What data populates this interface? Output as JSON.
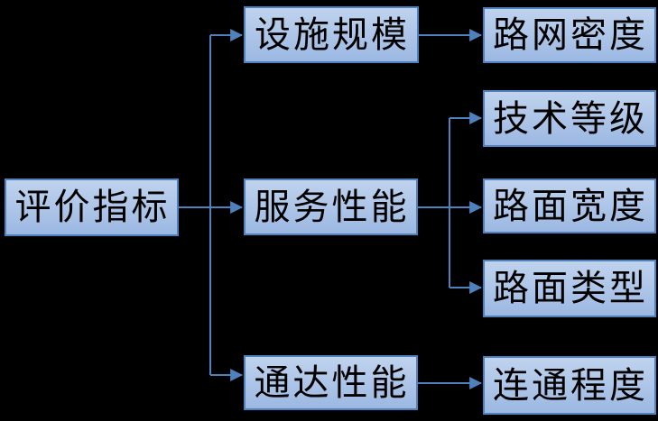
{
  "diagram": {
    "type": "tree",
    "direction": "left-to-right",
    "background": "#000000",
    "colors": {
      "box_fill_top": "#BFD3EE",
      "box_fill_bottom": "#9CB8E2",
      "box_border": "#4F81BD",
      "connector": "#4F81BD",
      "text": "#000000"
    },
    "root": {
      "label": "评价指标"
    },
    "branches": [
      {
        "label": "设施规模",
        "children": [
          {
            "label": "路网密度"
          }
        ]
      },
      {
        "label": "服务性能",
        "children": [
          {
            "label": "技术等级"
          },
          {
            "label": "路面宽度"
          },
          {
            "label": "路面类型"
          }
        ]
      },
      {
        "label": "通达性能",
        "children": [
          {
            "label": "连通程度"
          }
        ]
      }
    ]
  }
}
